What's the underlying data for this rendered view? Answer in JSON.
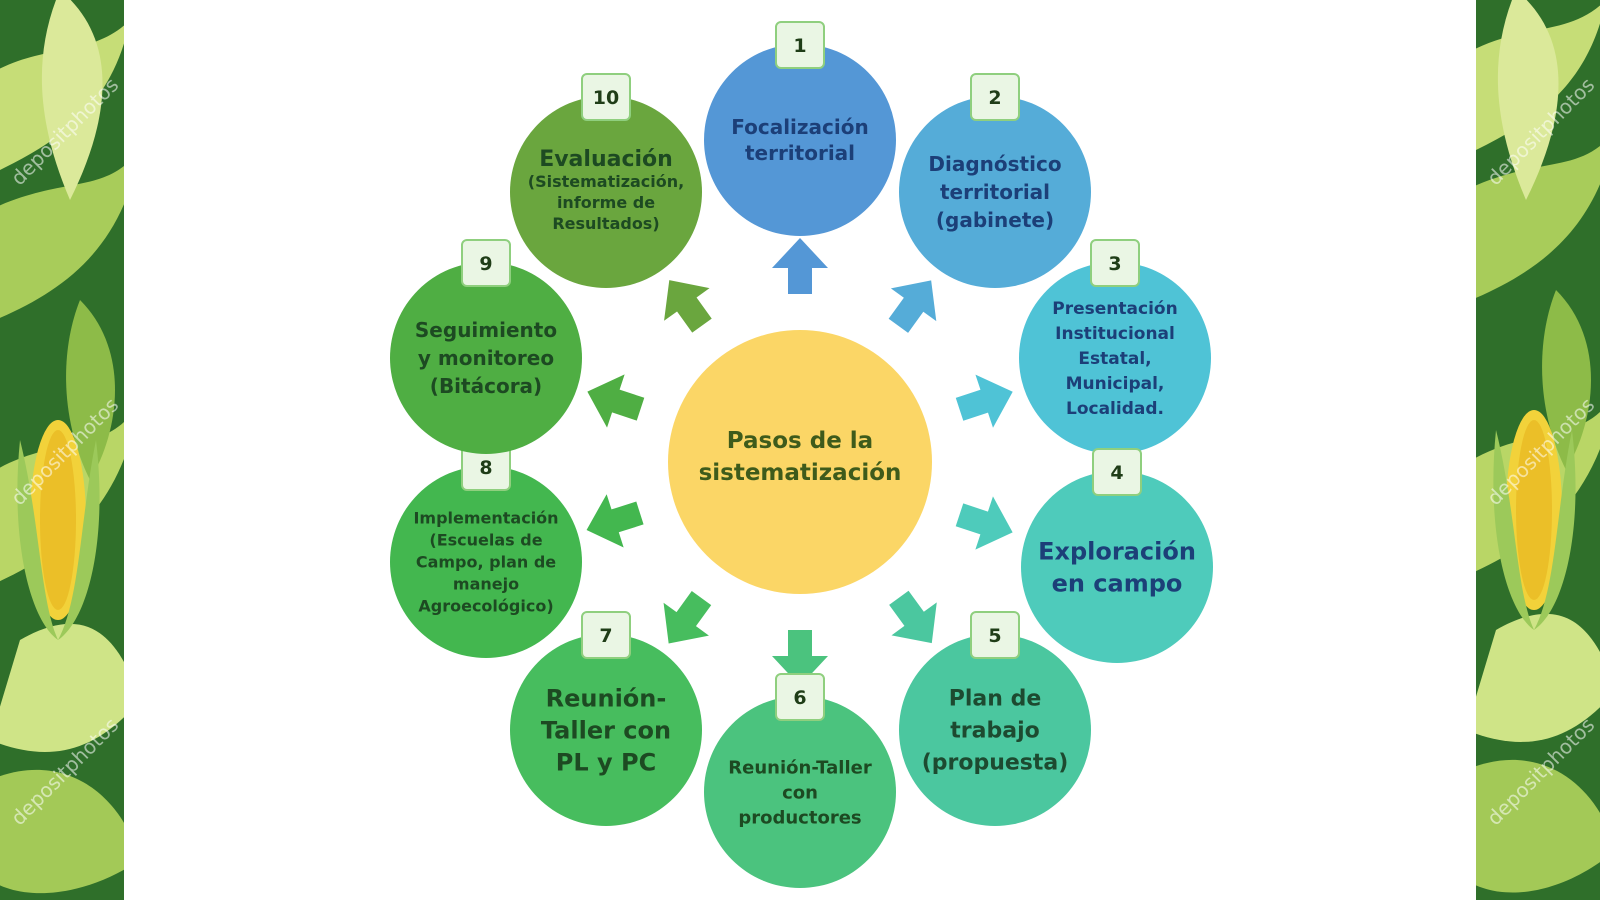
{
  "center": {
    "lines": [
      "Pasos de la",
      "sistematización"
    ],
    "color": "#fbd666",
    "text_color": "#3e5b1b"
  },
  "steps": [
    {
      "number": "1",
      "lines": [
        "Focalización",
        "territorial"
      ],
      "color": "#5497d6",
      "text_color": "#1c3f78"
    },
    {
      "number": "2",
      "lines": [
        "Diagnóstico",
        "territorial",
        "(gabinete)"
      ],
      "color": "#55acd8",
      "text_color": "#1c3f78"
    },
    {
      "number": "3",
      "lines": [
        "Presentación",
        "Institucional",
        "Estatal,",
        "Municipal,",
        "Localidad."
      ],
      "color": "#4fc3d6",
      "text_color": "#1c3f78"
    },
    {
      "number": "4",
      "lines": [
        "Exploración",
        "en campo"
      ],
      "color": "#4ecbbb",
      "text_color": "#1c3f78"
    },
    {
      "number": "5",
      "lines": [
        "Plan de",
        "trabajo",
        "(propuesta)"
      ],
      "color": "#4bc79f",
      "text_color": "#1d4a30"
    },
    {
      "number": "6",
      "lines": [
        "Reunión-Taller",
        "con",
        "productores"
      ],
      "color": "#4bc37e",
      "text_color": "#1d4a22"
    },
    {
      "number": "7",
      "lines": [
        "Reunión-",
        "Taller con",
        "PL y PC"
      ],
      "color": "#47bd5e",
      "text_color": "#1d4a22"
    },
    {
      "number": "8",
      "lines": [
        "Implementación",
        "(Escuelas de",
        "Campo, plan de",
        "manejo",
        "Agroecológico)"
      ],
      "color": "#43b74f",
      "text_color": "#1d4a22"
    },
    {
      "number": "9",
      "lines": [
        "Seguimiento",
        "y monitoreo",
        "(Bitácora)"
      ],
      "color": "#4fae43",
      "text_color": "#1d4a22"
    },
    {
      "number": "10",
      "lines": [
        "Evaluación",
        "(Sistematización,",
        "informe de",
        "Resultados)"
      ],
      "color": "#6aa63e",
      "text_color": "#1d4a22"
    }
  ],
  "watermark": "depositphotos"
}
